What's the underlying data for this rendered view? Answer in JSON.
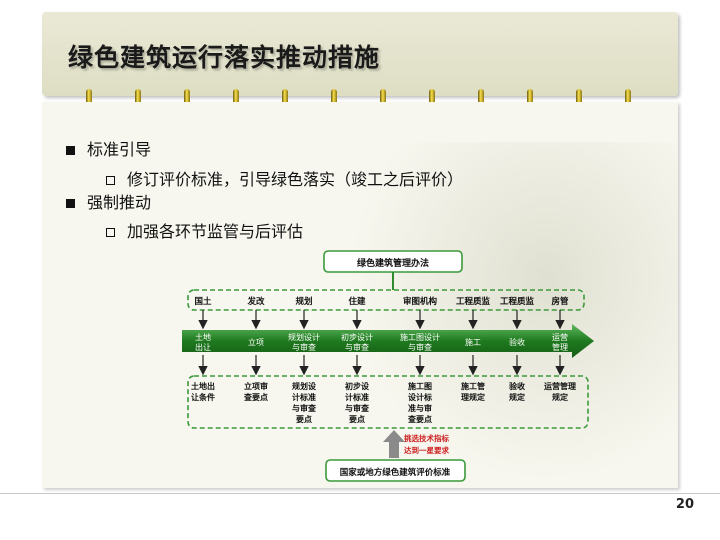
{
  "title": "绿色建筑运行落实推动措施",
  "bullets": [
    {
      "text": "标准引导",
      "sub": "修订评价标准，引导绿色落实（竣工之后评价）"
    },
    {
      "text": "强制推动",
      "sub": "加强各环节监管与后评估"
    }
  ],
  "diagram": {
    "top_box": "绿色建筑管理办法",
    "agencies": [
      "国土",
      "发改",
      "规划",
      "住建",
      "审图机构",
      "工程质监",
      "工程质监",
      "房管"
    ],
    "stages": [
      "土地出让",
      "立项",
      "规划设计与审查",
      "初步设计与审查",
      "施工图设计与审查",
      "施工",
      "验收",
      "运营管理"
    ],
    "requirements": [
      "土地出让条件",
      "立项审查要点",
      "规划设计标准与审查要点",
      "初步设计标准与审查要点",
      "施工图设计标准与审查要点",
      "施工管理规定",
      "验收规定",
      "运营管理规定"
    ],
    "note": "挑选技术指标达到一星要求",
    "bottom_box": "国家或地方绿色建筑评价标准"
  },
  "page_number": "20",
  "colors": {
    "arrow_green": "#2e8b2e",
    "dash_green": "#3a9a3a",
    "note_red": "#cc2020"
  }
}
